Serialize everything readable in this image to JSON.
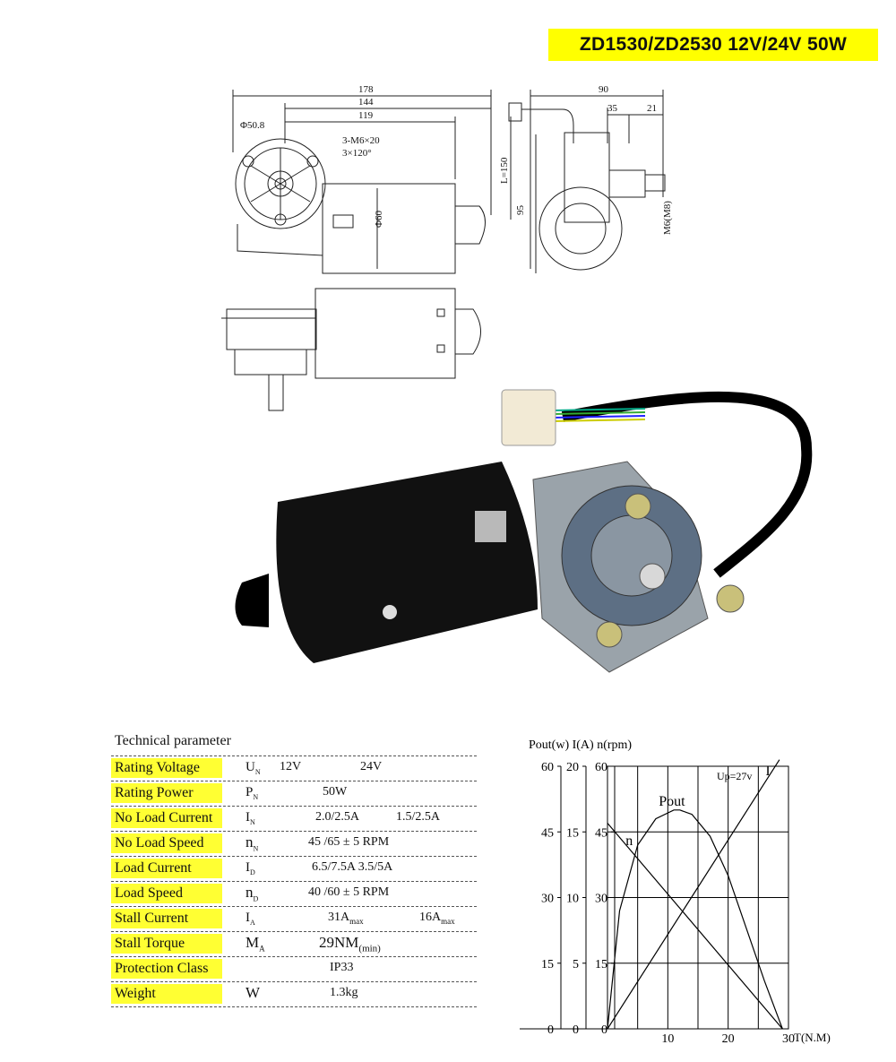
{
  "header": {
    "title": "ZD1530/ZD2530  12V/24V  50W"
  },
  "drawing": {
    "dim_178": "178",
    "dim_144": "144",
    "dim_119": "119",
    "dim_phi508": "Φ50.8",
    "dim_m6": "3-M6×20",
    "dim_120": "3×120°",
    "dim_phi60": "Φ60",
    "dim_90": "90",
    "dim_35": "35",
    "dim_21": "21",
    "dim_l150": "L=150",
    "dim_95": "95",
    "dim_m6m8": "M6(M8)"
  },
  "technical": {
    "heading": "Technical parameter",
    "rows": [
      {
        "label": "Rating Voltage",
        "sym": "U",
        "sub": "N",
        "v1": "12V",
        "v2": "24V"
      },
      {
        "label": "Rating Power",
        "sym": "P",
        "sub": "N",
        "v1": "50W"
      },
      {
        "label": "No Load Current",
        "sym": "I",
        "sub": "N",
        "v1": "2.0/2.5A",
        "v2": "1.5/2.5A"
      },
      {
        "label": "No Load Speed",
        "sym": "n",
        "sub": "N",
        "v1": "45 /65  ± 5 RPM"
      },
      {
        "label": "Load Current",
        "sym": "I",
        "sub": "D",
        "v1": "6.5/7.5A   3.5/5A"
      },
      {
        "label": "Load Speed",
        "sym": "n",
        "sub": "D",
        "v1": "40 /60  ± 5 RPM"
      },
      {
        "label": "Stall Current",
        "sym": "I",
        "sub": "A",
        "v1": "31A",
        "v1sub": "max",
        "v2": "16A",
        "v2sub": "max"
      },
      {
        "label": "Stall Torque",
        "sym": "M",
        "sub": "A",
        "v1": "29NM",
        "v1sub": "(min)"
      },
      {
        "label": "Protection Class",
        "sym": "",
        "sub": "",
        "v1": "IP33"
      },
      {
        "label": "Weight",
        "sym": "W",
        "sub": "",
        "v1": "1.3kg"
      }
    ]
  },
  "chart_data": {
    "type": "line",
    "ylabel": "Pout(w) I(A) n(rpm)",
    "xlabel": "T(N.M)",
    "annotation": "Up=27v",
    "x_ticks": [
      "10",
      "20",
      "30"
    ],
    "xlim": [
      0,
      30
    ],
    "y_axes": [
      {
        "name": "Pout(w)",
        "ticks": [
          "0",
          "15",
          "30",
          "45",
          "60"
        ],
        "lim": [
          0,
          60
        ]
      },
      {
        "name": "I(A)",
        "ticks": [
          "0",
          "5",
          "10",
          "15",
          "20"
        ],
        "lim": [
          0,
          20
        ]
      },
      {
        "name": "n(rpm)",
        "ticks": [
          "0",
          "15",
          "30",
          "45",
          "60"
        ],
        "lim": [
          0,
          60
        ]
      }
    ],
    "series": [
      {
        "name": "n",
        "x": [
          0,
          29
        ],
        "y": [
          47,
          0
        ]
      },
      {
        "name": "I",
        "x": [
          0,
          28.5
        ],
        "y": [
          0,
          20.5
        ]
      },
      {
        "name": "Pout",
        "x": [
          0,
          2,
          5,
          8,
          11,
          12,
          14,
          17,
          20,
          23,
          26,
          29
        ],
        "y": [
          0,
          27,
          42,
          48,
          50,
          50,
          49,
          44,
          35,
          23,
          11,
          0
        ]
      }
    ]
  },
  "colors": {
    "highlight": "#ffff00",
    "motor_body": "#111111",
    "gearbox": "#9aa3aa"
  }
}
